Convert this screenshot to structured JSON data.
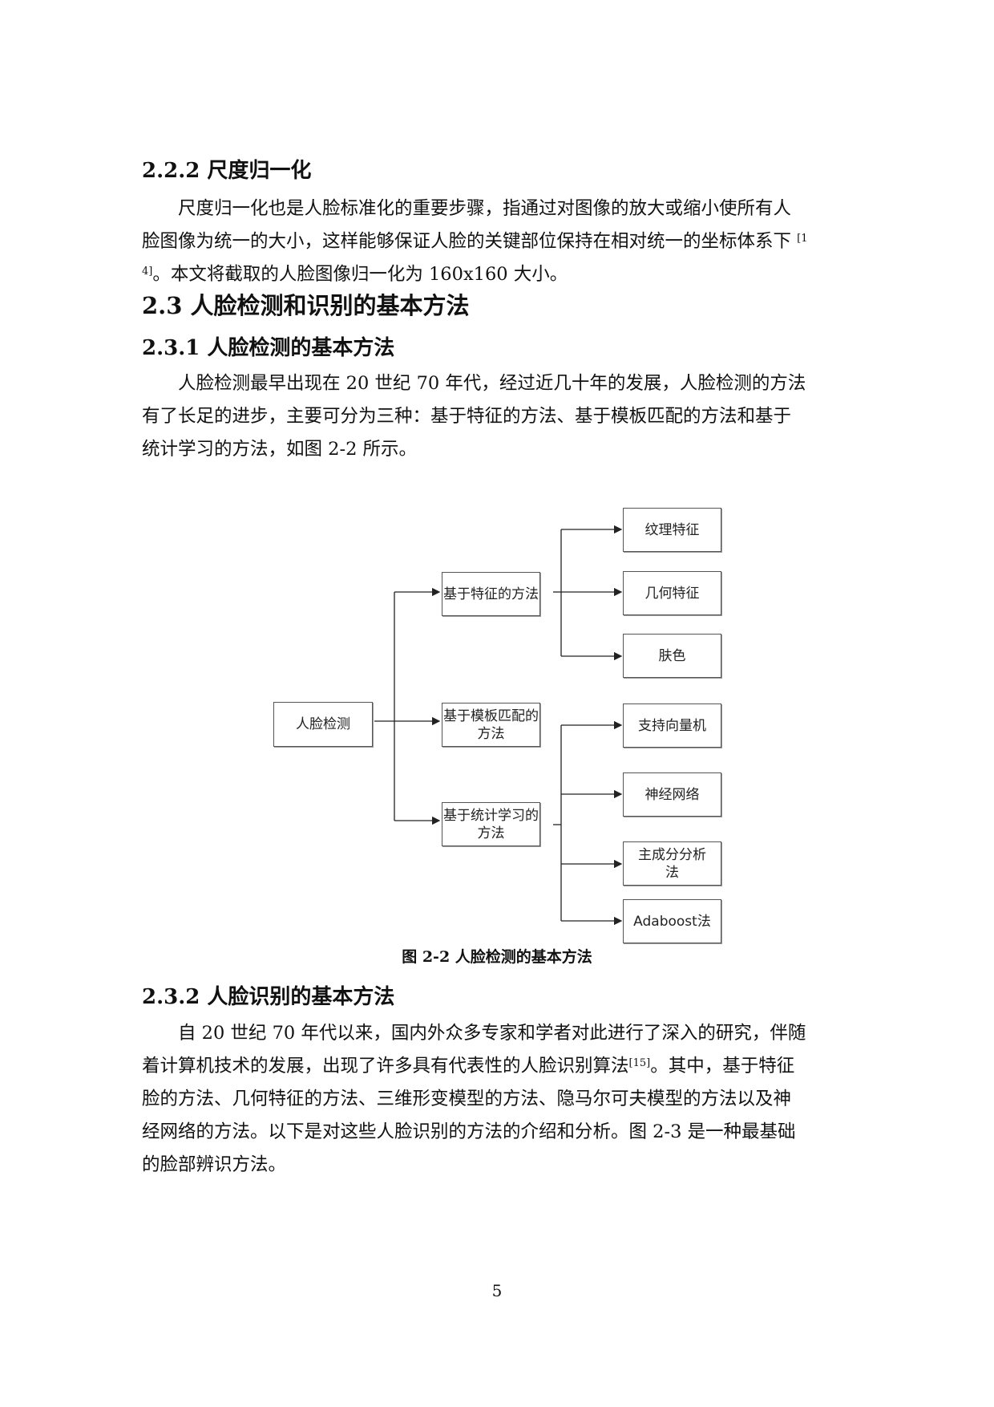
{
  "sections": {
    "s222": {
      "heading": "2.2.2 尺度归一化",
      "lines": [
        "尺度归一化也是人脸标准化的重要步骤，指通过对图像的放大或缩小使所有人",
        "脸图像为统一的大小，这样能够保证人脸的关键部位保持在相对统一的坐标体系下",
        "。本文将截取的人脸图像归一化为 160x160 大小。"
      ],
      "cite_line2": "[1",
      "cite_line3": "4]"
    },
    "s23": {
      "heading": "2.3 人脸检测和识别的基本方法"
    },
    "s231": {
      "heading": "2.3.1 人脸检测的基本方法",
      "lines": [
        "人脸检测最早出现在  20 世纪  70 年代，经过近几十年的发展，人脸检测的方法",
        "有了长足的进步，主要可分为三种：基于特征的方法、基于模板匹配的方法和基于",
        "统计学习的方法，如图  2-2 所示。"
      ]
    },
    "s232": {
      "heading": "2.3.2 人脸识别的基本方法",
      "lines": [
        "自 20 世纪 70 年代以来，国内外众多专家和学者对此进行了深入的研究，伴随",
        "着计算机技术的发展，出现了许多具有代表性的人脸识别算法",
        "。其中，基于特征",
        "脸的方法、几何特征的方法、三维形变模型的方法、隐马尔可夫模型的方法以及神",
        "经网络的方法。以下是对这些人脸识别的方法的介绍和分析。图 2-3 是一种最基础",
        "的脸部辨识方法。"
      ],
      "cite": "[15]"
    }
  },
  "figure": {
    "caption": "图 2-2 人脸检测的基本方法",
    "root": "人脸检测",
    "branches": [
      {
        "label": "基于特征的方法",
        "children": [
          "纹理特征",
          "几何特征",
          "肤色"
        ]
      },
      {
        "label": "基于模板匹配的方法",
        "children": []
      },
      {
        "label": "基于统计学习的方法",
        "children": [
          "支持向量机",
          "神经网络",
          "主成分分析法",
          "Adaboost法"
        ]
      }
    ]
  },
  "page_number": "5"
}
